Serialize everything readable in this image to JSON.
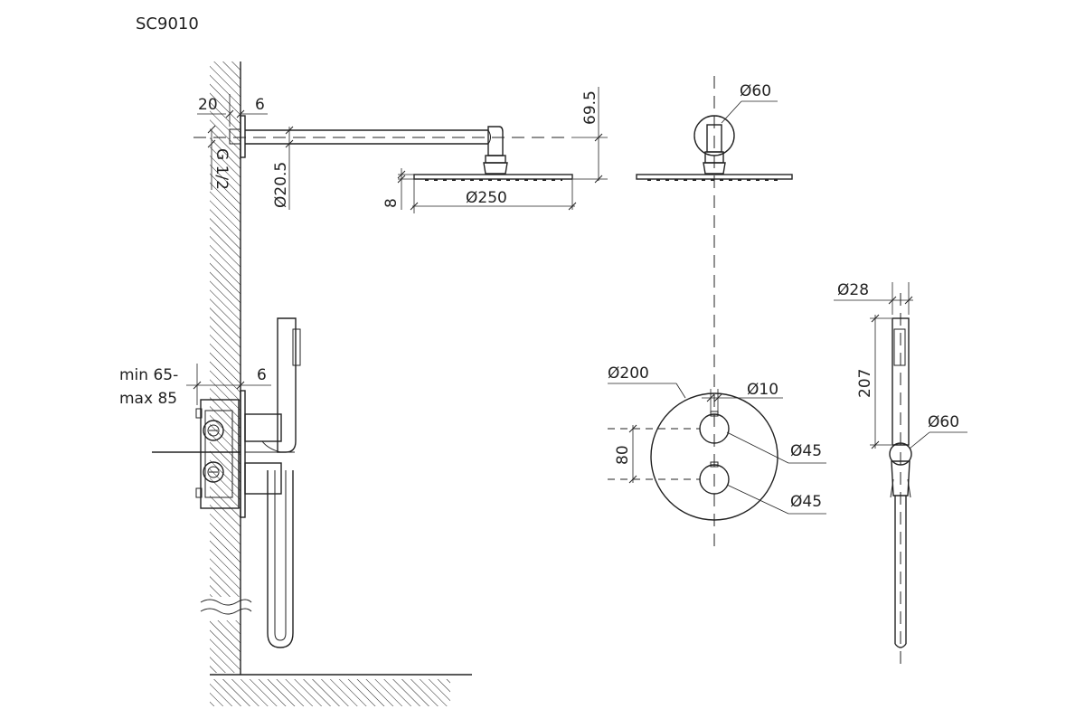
{
  "product_code": "SC9010",
  "dimensions": {
    "arm_wall_depth": "20",
    "flange": "6",
    "thread": "G 1/2",
    "arm_diameter": "Ø20.5",
    "arm_height": "69.5",
    "head_thickness": "8",
    "head_diameter": "Ø250",
    "arm_flange_diameter": "Ø60",
    "box_depth_min": "min 65-",
    "box_depth_max": "max 85",
    "plate_thickness": "6",
    "plate_diameter": "Ø200",
    "spindle_diameter": "Ø10",
    "handle_spacing": "80",
    "handle_top_diameter": "Ø45",
    "handle_bottom_diameter": "Ø45",
    "hand_shower_diameter": "Ø28",
    "hand_shower_length": "207",
    "holder_diameter": "Ø60"
  }
}
